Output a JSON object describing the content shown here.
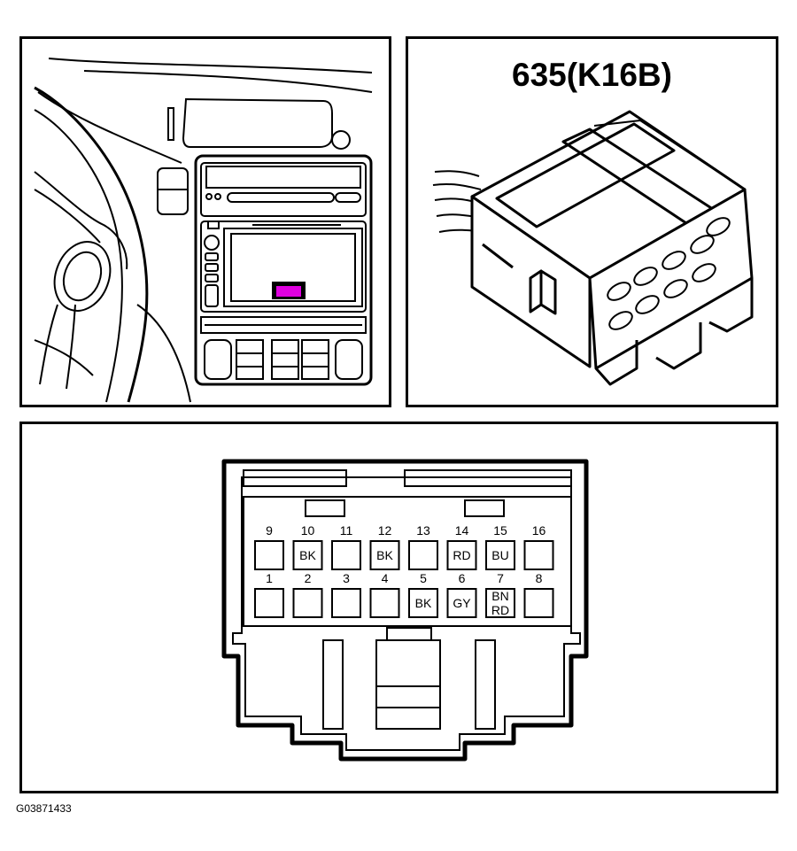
{
  "connector": {
    "title": "635(K16B)"
  },
  "pins": [
    {
      "num": "9",
      "row": 0,
      "col": 0,
      "code": ""
    },
    {
      "num": "10",
      "row": 0,
      "col": 1,
      "code": "BK"
    },
    {
      "num": "11",
      "row": 0,
      "col": 2,
      "code": ""
    },
    {
      "num": "12",
      "row": 0,
      "col": 3,
      "code": "BK"
    },
    {
      "num": "13",
      "row": 0,
      "col": 4,
      "code": ""
    },
    {
      "num": "14",
      "row": 0,
      "col": 5,
      "code": "RD"
    },
    {
      "num": "15",
      "row": 0,
      "col": 6,
      "code": "BU"
    },
    {
      "num": "16",
      "row": 0,
      "col": 7,
      "code": ""
    },
    {
      "num": "1",
      "row": 1,
      "col": 0,
      "code": ""
    },
    {
      "num": "2",
      "row": 1,
      "col": 1,
      "code": ""
    },
    {
      "num": "3",
      "row": 1,
      "col": 2,
      "code": ""
    },
    {
      "num": "4",
      "row": 1,
      "col": 3,
      "code": ""
    },
    {
      "num": "5",
      "row": 1,
      "col": 4,
      "code": "BK"
    },
    {
      "num": "6",
      "row": 1,
      "col": 5,
      "code": "GY"
    },
    {
      "num": "7",
      "row": 1,
      "col": 6,
      "code": "BN\nRD"
    },
    {
      "num": "8",
      "row": 1,
      "col": 7,
      "code": ""
    }
  ],
  "colors": {
    "highlight": "#e000e0",
    "line": "#000000"
  },
  "figure_id": "G03871433"
}
